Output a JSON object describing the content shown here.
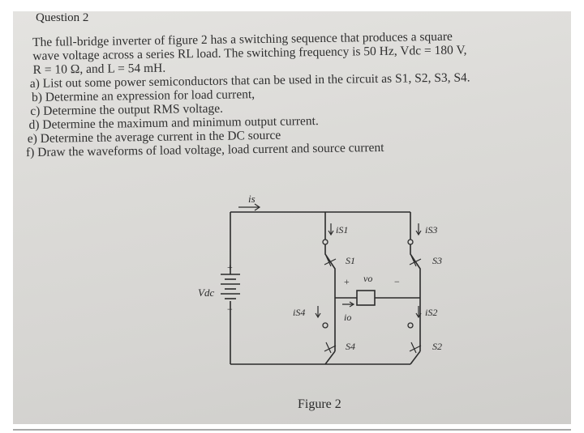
{
  "question": {
    "title": "Question 2",
    "intro_lines": [
      "The full-bridge inverter of figure 2 has a switching sequence that produces a square",
      "wave voltage across a series RL load. The switching frequency is 50 Hz, Vdc = 180 V,",
      "R = 10 Ω, and L = 54 mH."
    ],
    "items": [
      "a) List out some power semiconductors that can be used in the circuit as S1, S2, S3, S4.",
      "b) Determine an expression for load current,",
      "c) Determine the output RMS voltage.",
      "d) Determine the maximum and minimum output current.",
      "e) Determine the average current in the DC source",
      "f) Draw the waveforms of load voltage, load current and source current"
    ]
  },
  "figure": {
    "caption": "Figure 2",
    "labels": {
      "source_current": "is",
      "dc_voltage": "Vdc",
      "plus": "+",
      "minus": "−",
      "switch_1": "S1",
      "switch_2": "S2",
      "switch_3": "S3",
      "switch_4": "S4",
      "current_s1": "iS1",
      "current_s2": "iS2",
      "current_s3": "iS3",
      "current_s4": "iS4",
      "output_voltage": "vo",
      "output_current": "io",
      "vo_plus": "+",
      "vo_minus": "−"
    }
  }
}
